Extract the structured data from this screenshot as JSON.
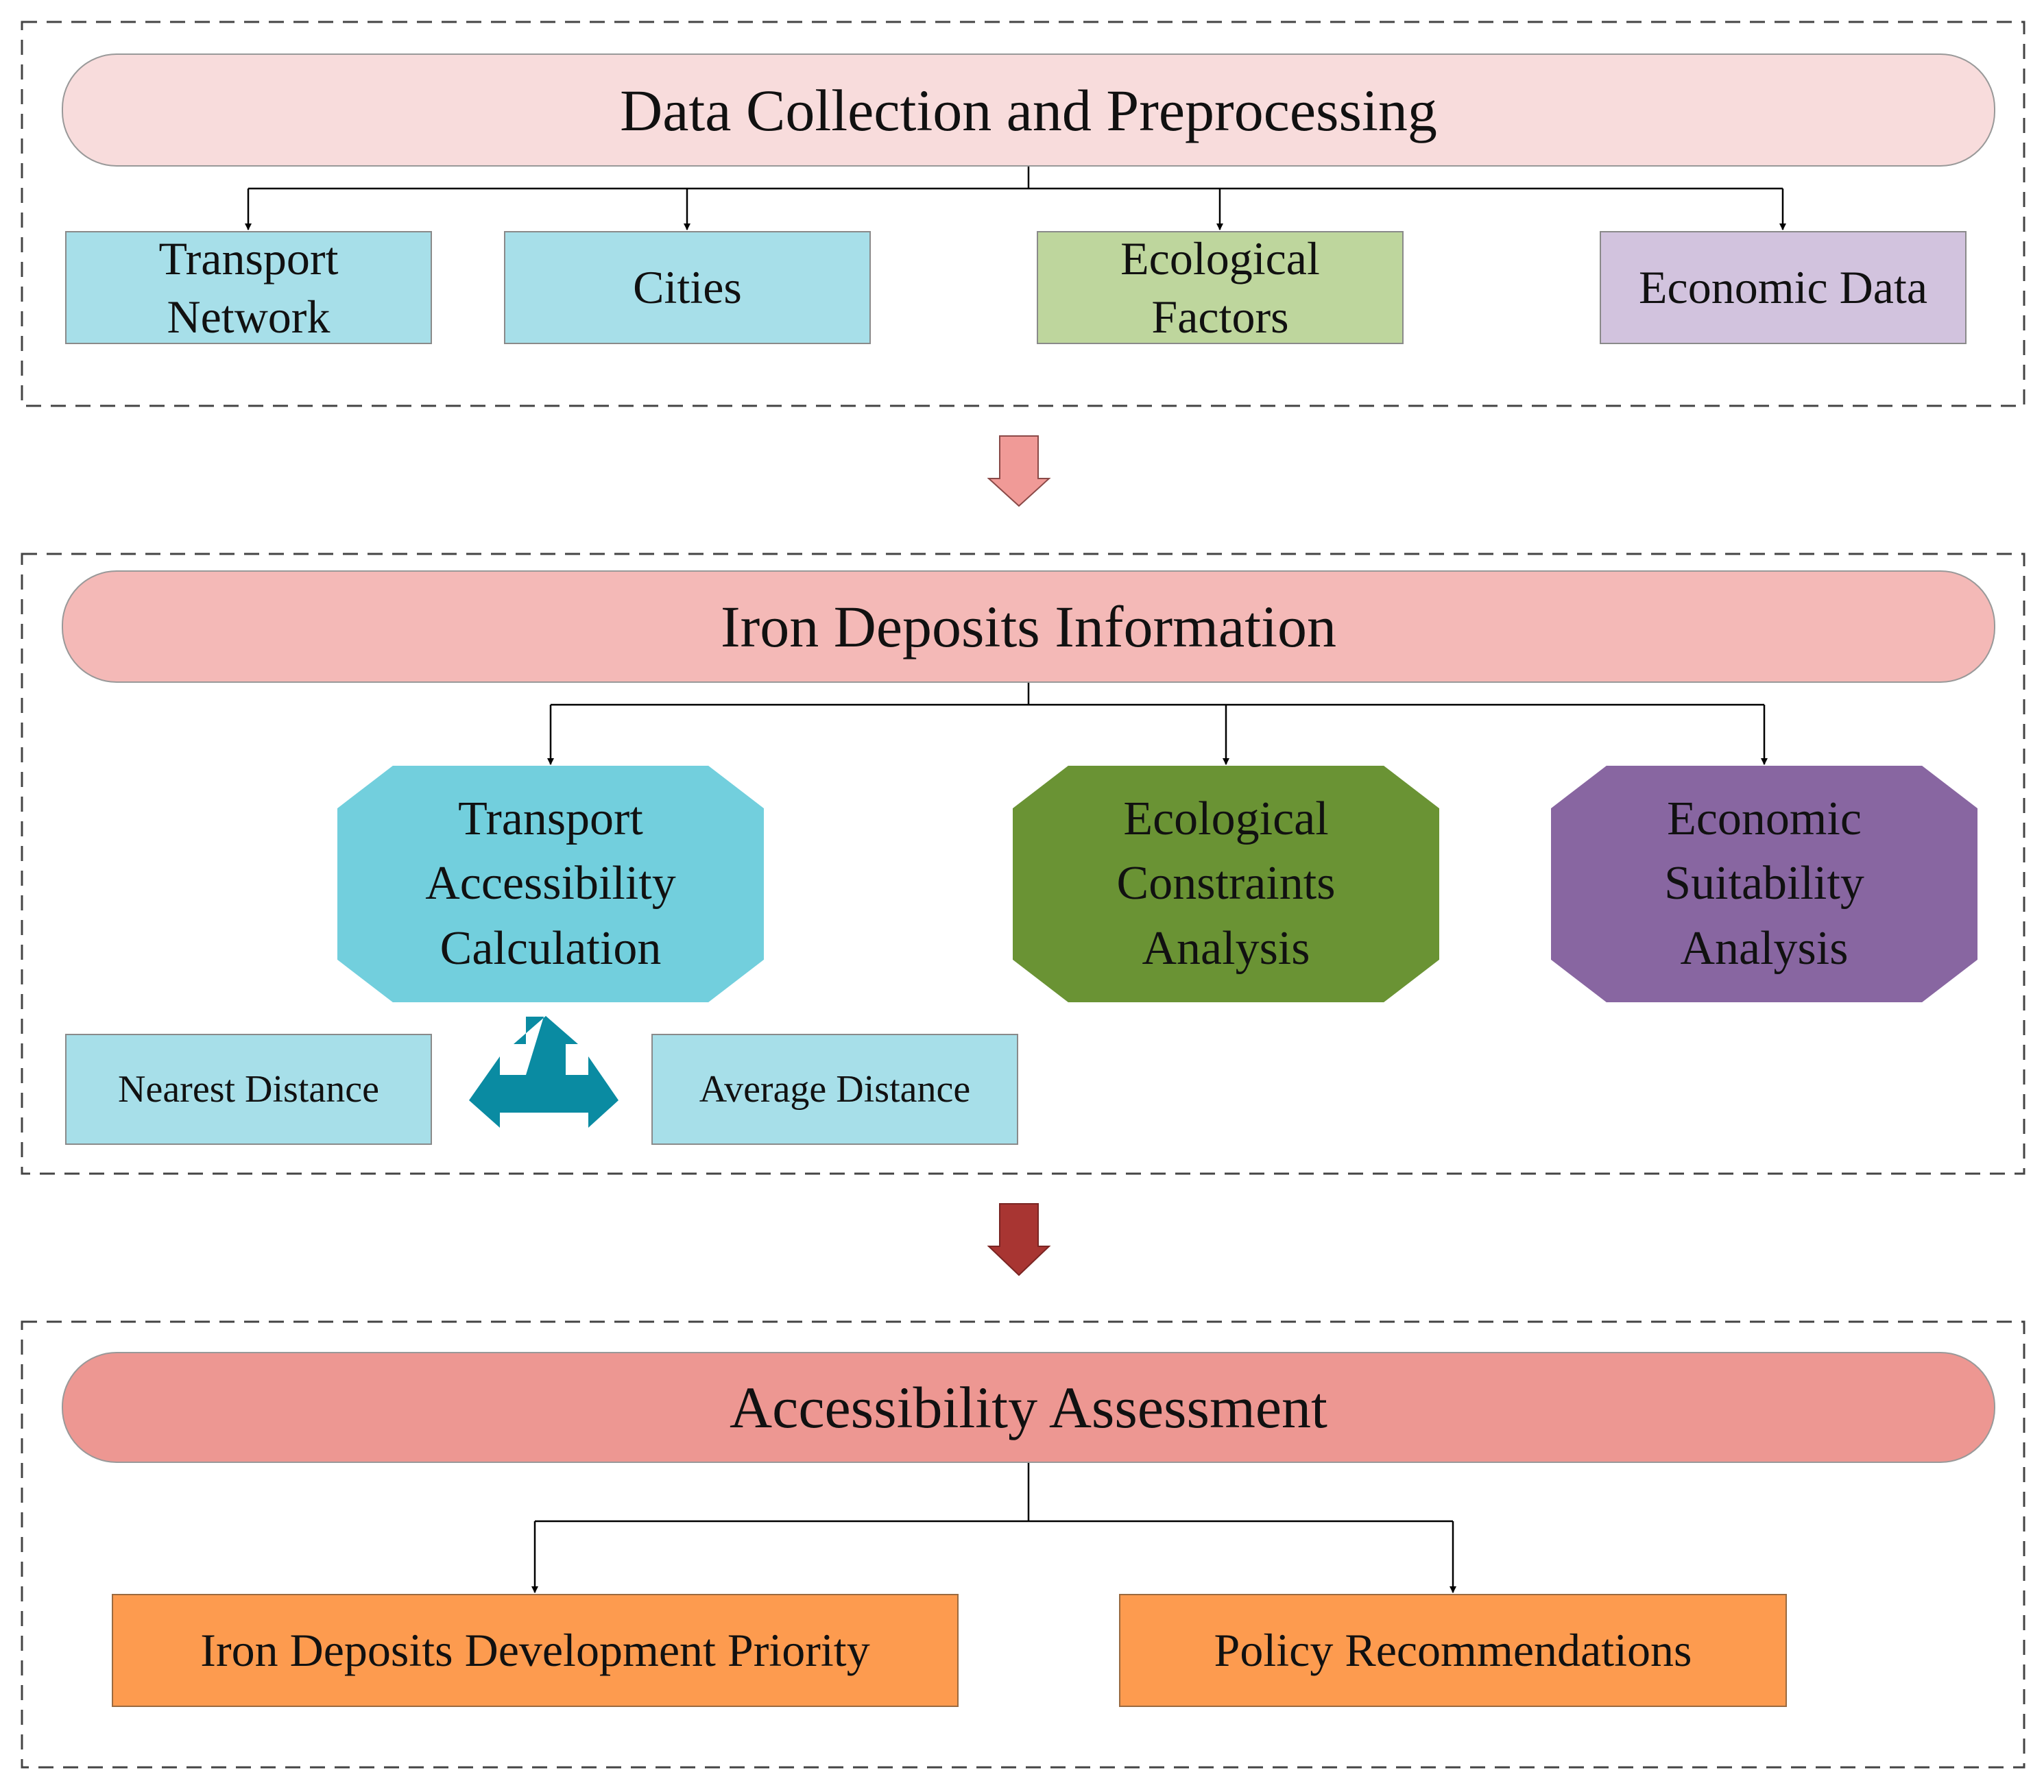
{
  "colors": {
    "stage1_header": "#f8dcdc",
    "stage2_header": "#f4b9b7",
    "stage3_header": "#ed9792",
    "light_teal": "#a7dfe9",
    "light_green": "#bed69d",
    "light_purple": "#d2c3de",
    "teal": "#72cfdd",
    "olive_green": "#6a9334",
    "purple": "#8866a1",
    "orange": "#fd9b4f",
    "tri_arrow": "#0a8ba2",
    "arrow1": "#f09a97",
    "arrow2": "#a83532"
  },
  "stage1": {
    "title": "Data Collection and Preprocessing",
    "items": [
      "Transport\nNetwork",
      "Cities",
      "Ecological\nFactors",
      "Economic Data"
    ]
  },
  "stage2": {
    "title": "Iron Deposits Information",
    "analyses": [
      "Transport\nAccessibility\nCalculation",
      "Ecological\nConstraints\nAnalysis",
      "Economic\nSuitability\nAnalysis"
    ],
    "distances": [
      "Nearest Distance",
      "Average Distance"
    ]
  },
  "stage3": {
    "title": "Accessibility Assessment",
    "outputs": [
      "Iron Deposits Development Priority",
      "Policy Recommendations"
    ]
  }
}
